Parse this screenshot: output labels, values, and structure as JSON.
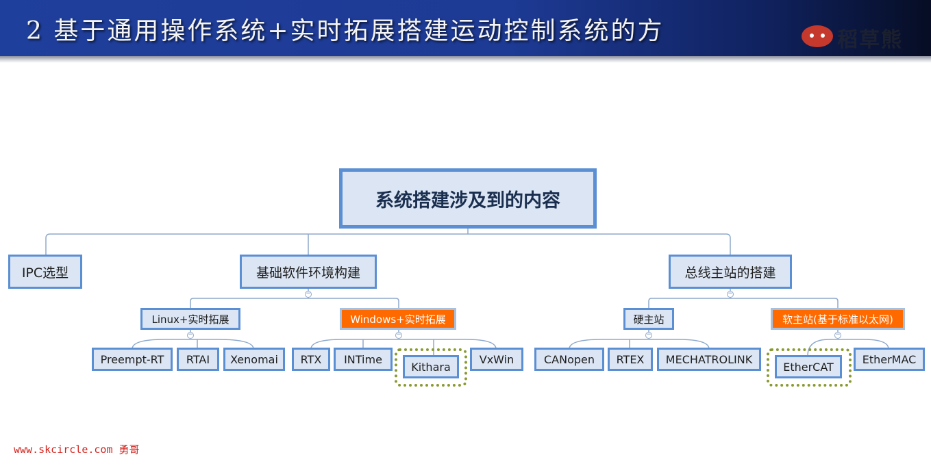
{
  "slide": {
    "title": "2 基于通用操作系统+实时拓展搭建运动控制系统的方",
    "logo_text": "稻草熊"
  },
  "diagram": {
    "root": "系统搭建涉及到的内容",
    "level1": [
      "IPC选型",
      "基础软件环境构建",
      "总线主站的搭建"
    ],
    "software": {
      "linux": "Linux+实时拓展",
      "windows": "Windows+实时拓展",
      "linux_children": [
        "Preempt-RT",
        "RTAI",
        "Xenomai"
      ],
      "windows_children": [
        "RTX",
        "INTime",
        "Kithara",
        "VxWin"
      ]
    },
    "bus": {
      "hard": "硬主站",
      "soft": "软主站(基于标准以太网)",
      "hard_children": [
        "CANopen",
        "RTEX",
        "MECHATROLINK"
      ],
      "soft_children": [
        "EtherCAT",
        "EtherMAC"
      ]
    },
    "colors": {
      "node_fill": "#dbe5f3",
      "node_border": "#5b8fd4",
      "highlight": "#ff6a00",
      "dotted_outline": "#8a9a30"
    }
  },
  "watermark": "www.skcircle.com 勇哥"
}
